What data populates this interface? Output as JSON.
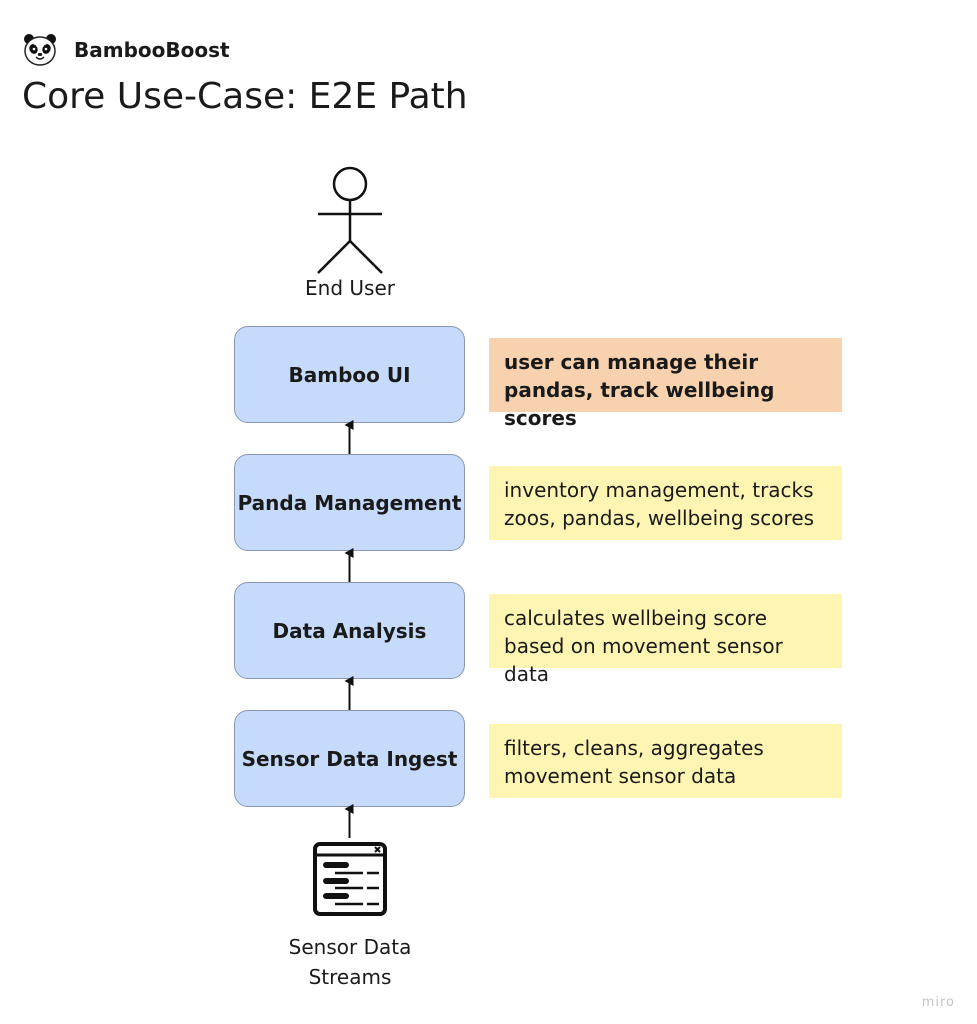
{
  "brand": {
    "name": "BambooBoost",
    "logo_icon": "panda-face-icon"
  },
  "title": "Core Use-Case: E2E Path",
  "diagram": {
    "actor": {
      "label": "End User",
      "icon": "stick-figure-icon"
    },
    "components": [
      {
        "label": "Bamboo UI",
        "note": "user can manage their pandas, track wellbeing scores",
        "note_style": "orange"
      },
      {
        "label": "Panda Management",
        "note": "inventory management, tracks zoos, pandas, wellbeing scores",
        "note_style": "yellow"
      },
      {
        "label": "Data Analysis",
        "note": "calculates wellbeing score based on movement sensor data",
        "note_style": "yellow"
      },
      {
        "label": "Sensor Data Ingest",
        "note": "filters, cleans, aggregates movement sensor data",
        "note_style": "yellow"
      }
    ],
    "source": {
      "label_line1": "Sensor Data",
      "label_line2": "Streams",
      "icon": "data-window-icon"
    },
    "flow_direction": "bottom-to-top"
  },
  "colors": {
    "component_fill": "#c6dbfc",
    "component_border": "#8a98ad",
    "note_orange": "#f8d2ae",
    "note_yellow": "#fff5b3"
  },
  "watermark": "miro"
}
